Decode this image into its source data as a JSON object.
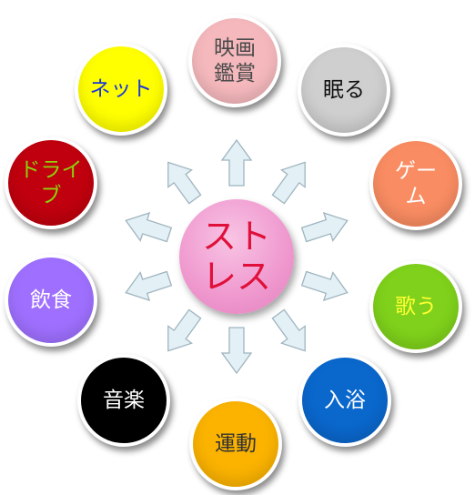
{
  "center": {
    "label": "スト\nレス",
    "fill": "#f09bd0",
    "text_color": "#e0103a"
  },
  "nodes": [
    {
      "id": "movie",
      "label": "映画\n鑑賞",
      "fill": "#f5b9bd",
      "text_color": "#4a4a4a"
    },
    {
      "id": "sleep",
      "label": "眠る",
      "fill": "#cfcfcf",
      "text_color": "#111111"
    },
    {
      "id": "game",
      "label": "ゲー\nム",
      "fill": "#f98c62",
      "text_color": "#ffffff"
    },
    {
      "id": "sing",
      "label": "歌う",
      "fill": "#7fd11b",
      "text_color": "#ffff33"
    },
    {
      "id": "bath",
      "label": "入浴",
      "fill": "#0a67cc",
      "text_color": "#ffffff"
    },
    {
      "id": "exercise",
      "label": "運動",
      "fill": "#fbb300",
      "text_color": "#333333"
    },
    {
      "id": "music",
      "label": "音楽",
      "fill": "#000000",
      "text_color": "#ffffff"
    },
    {
      "id": "eating",
      "label": "飲食",
      "fill": "#9f70ff",
      "text_color": "#ffffff"
    },
    {
      "id": "drive",
      "label": "ドライ\nブ",
      "fill": "#c0000e",
      "text_color": "#8ed10c"
    },
    {
      "id": "net",
      "label": "ネット",
      "fill": "#ffff00",
      "text_color": "#1b3bd6"
    }
  ],
  "arrow_color": "#e3f1f6"
}
